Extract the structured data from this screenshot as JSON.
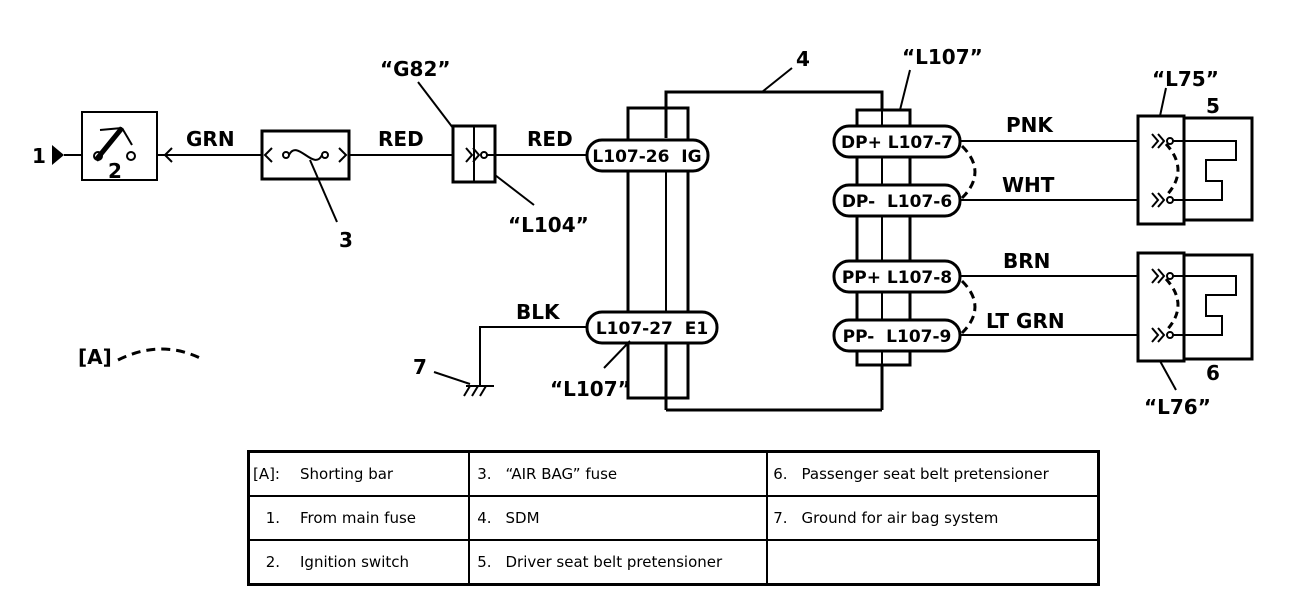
{
  "diagram": {
    "wires": {
      "grn": "GRN",
      "red_a": "RED",
      "red_b": "RED",
      "blk": "BLK",
      "pnk": "PNK",
      "wht": "WHT",
      "brn": "BRN",
      "lt_grn": "LT GRN"
    },
    "connectors": {
      "g82": "“G82”",
      "l104": "“L104”",
      "l107_top": "“L107”",
      "l107_bottom": "“L107”",
      "l75": "“L75”",
      "l76": "“L76”"
    },
    "pins": {
      "ig": "L107-26  IG",
      "e1": "L107-27  E1",
      "dp_plus": "DP+ L107-7",
      "dp_minus": "DP-  L107-6",
      "pp_plus": "PP+ L107-8",
      "pp_minus": "PP-  L107-9"
    },
    "callouts": {
      "n1": "1",
      "n2": "2",
      "n3": "3",
      "n4": "4",
      "n5": "5",
      "n6": "6",
      "n7": "7",
      "a": "[A]"
    }
  },
  "legend": {
    "rows": [
      [
        {
          "key": "[A]:",
          "text": "Shorting bar"
        },
        {
          "key": "3.",
          "text": "“AIR BAG” fuse"
        },
        {
          "key": "6.",
          "text": "Passenger seat belt pretensioner"
        }
      ],
      [
        {
          "key": "1.",
          "text": "From main fuse"
        },
        {
          "key": "4.",
          "text": "SDM"
        },
        {
          "key": "7.",
          "text": "Ground for air bag system"
        }
      ],
      [
        {
          "key": "2.",
          "text": "Ignition switch"
        },
        {
          "key": "5.",
          "text": "Driver seat belt pretensioner"
        },
        {
          "key": "",
          "text": ""
        }
      ]
    ]
  }
}
